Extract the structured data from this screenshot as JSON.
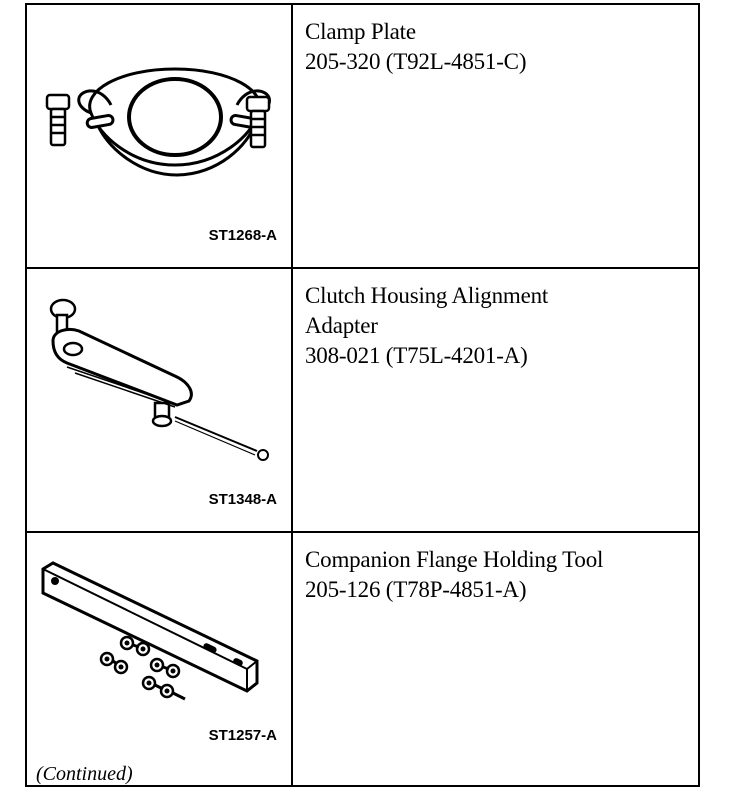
{
  "tools": [
    {
      "figure_id": "ST1268-A",
      "name": "Clamp Plate",
      "number": "205-320 (T92L-4851-C)"
    },
    {
      "figure_id": "ST1348-A",
      "name_line1": "Clutch Housing Alignment",
      "name_line2": "Adapter",
      "number": "308-021 (T75L-4201-A)"
    },
    {
      "figure_id": "ST1257-A",
      "name": "Companion Flange Holding Tool",
      "number": "205-126 (T78P-4851-A)"
    }
  ],
  "footer": {
    "continued": "(Continued)"
  }
}
